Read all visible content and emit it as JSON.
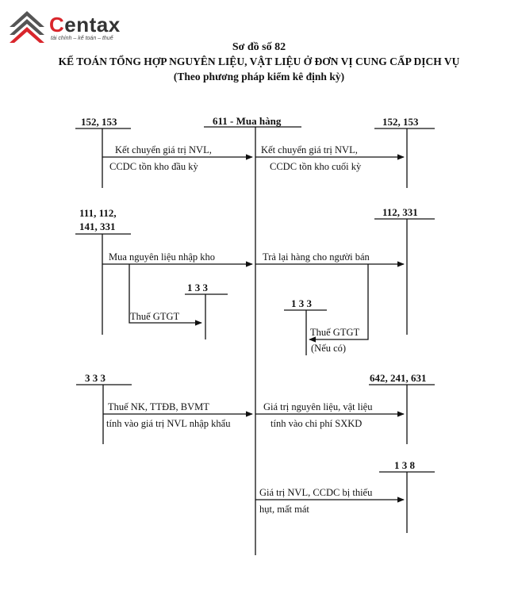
{
  "brand": {
    "name_first": "C",
    "name_rest": "entax",
    "tagline": "tài chính – kế toán – thuế",
    "colors": {
      "red": "#d9262c",
      "dark": "#333333"
    }
  },
  "header": {
    "number": "Sơ đồ số 82",
    "title": "KẾ TOÁN TỔNG HỢP NGUYÊN LIỆU, VẬT LIỆU Ở ĐƠN VỊ CUNG CẤP DỊCH VỤ",
    "subtitle": "(Theo phương pháp kiểm kê định kỳ)"
  },
  "accounts": {
    "main": "611 - Mua hàng",
    "a152_left": "152, 153",
    "a152_right": "152, 153",
    "a111_line1": "111, 112,",
    "a111_line2": "141, 331",
    "a112_331": "112, 331",
    "a133_left": "1 3 3",
    "a133_right": "1 3 3",
    "a333": "3 3 3",
    "a642": "642, 241, 631",
    "a138": "1 3 8"
  },
  "entries": {
    "e1_line1": "Kết chuyển giá trị NVL,",
    "e1_line2": "CCDC tồn kho đầu kỳ",
    "e2_line1": "Kết chuyển giá trị NVL,",
    "e2_line2": "CCDC tồn kho cuối kỳ",
    "e3": "Mua nguyên liệu nhập kho",
    "e4": "Thuế GTGT",
    "e5": "Trả lại hàng cho người bán",
    "e6_line1": "Thuế GTGT",
    "e6_line2": "(Nếu có)",
    "e7_line1": "Thuế NK, TTĐB, BVMT",
    "e7_line2": "tính vào giá trị NVL nhập khẩu",
    "e8_line1": "Giá trị nguyên liệu, vật liệu",
    "e8_line2": "tính vào chi phí SXKD",
    "e9_line1": "Giá trị NVL, CCDC bị thiếu",
    "e9_line2": "hụt, mất mát"
  }
}
